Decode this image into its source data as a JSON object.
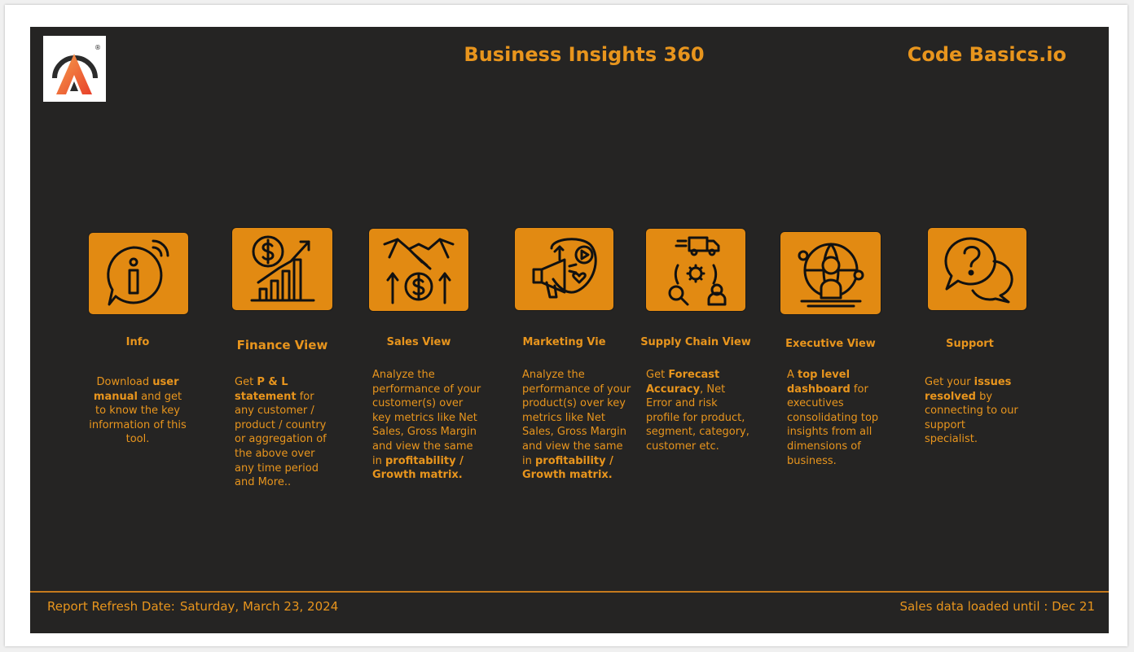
{
  "header": {
    "title": "Business Insights 360",
    "brand": "Code Basics.io",
    "logo": {
      "icon": "atliq-logo-icon",
      "registered_mark": "®"
    }
  },
  "colors": {
    "background": "#252423",
    "accent": "#e8951d",
    "tile": "#e28a12"
  },
  "tiles": [
    {
      "label": "Info",
      "icon": "info-icon",
      "desc": {
        "pre": "Download ",
        "b1": "user manual",
        "mid": " and get to know the key information of this tool.",
        "b2": "",
        "post": ""
      }
    },
    {
      "label": "Finance View",
      "icon": "finance-chart-icon",
      "desc": {
        "pre": "Get  ",
        "b1": "P & L statement",
        "mid": " for any customer / product / country or aggregation of the above over any time period and More..",
        "b2": "",
        "post": ""
      }
    },
    {
      "label": "Sales View",
      "icon": "handshake-dollar-icon",
      "desc": {
        "pre": "Analyze the performance of your customer(s) over key metrics like Net Sales, Gross Margin and view the same in ",
        "b1": "profitability / Growth matrix.",
        "mid": "",
        "b2": "",
        "post": ""
      }
    },
    {
      "label": "Marketing Vie",
      "icon": "megaphone-icon",
      "desc": {
        "pre": "Analyze the performance of your product(s) over key metrics like Net Sales, Gross Margin and view the same in ",
        "b1": "profitability / Growth matrix.",
        "mid": "",
        "b2": "",
        "post": ""
      }
    },
    {
      "label": "Supply Chain View",
      "icon": "supply-chain-icon",
      "desc": {
        "pre": "Get ",
        "b1": "Forecast Accuracy",
        "mid": ", Net Error and risk profile for product, segment, category, customer etc.",
        "b2": "",
        "post": ""
      }
    },
    {
      "label": "Executive View",
      "icon": "executive-globe-icon",
      "desc": {
        "pre": "A ",
        "b1": "top level dashboard",
        "mid": " for executives consolidating top insights from all dimensions of business.",
        "b2": "",
        "post": ""
      }
    },
    {
      "label": "Support",
      "icon": "support-chat-icon",
      "desc": {
        "pre": "Get your ",
        "b1": "issues resolved",
        "mid": " by connecting to our support specialist.",
        "b2": "",
        "post": ""
      }
    }
  ],
  "footer": {
    "refresh_label": "Report Refresh Date:",
    "refresh_date": "Saturday, March 23, 2024",
    "sales_loaded": "Sales data loaded until : Dec 21"
  }
}
